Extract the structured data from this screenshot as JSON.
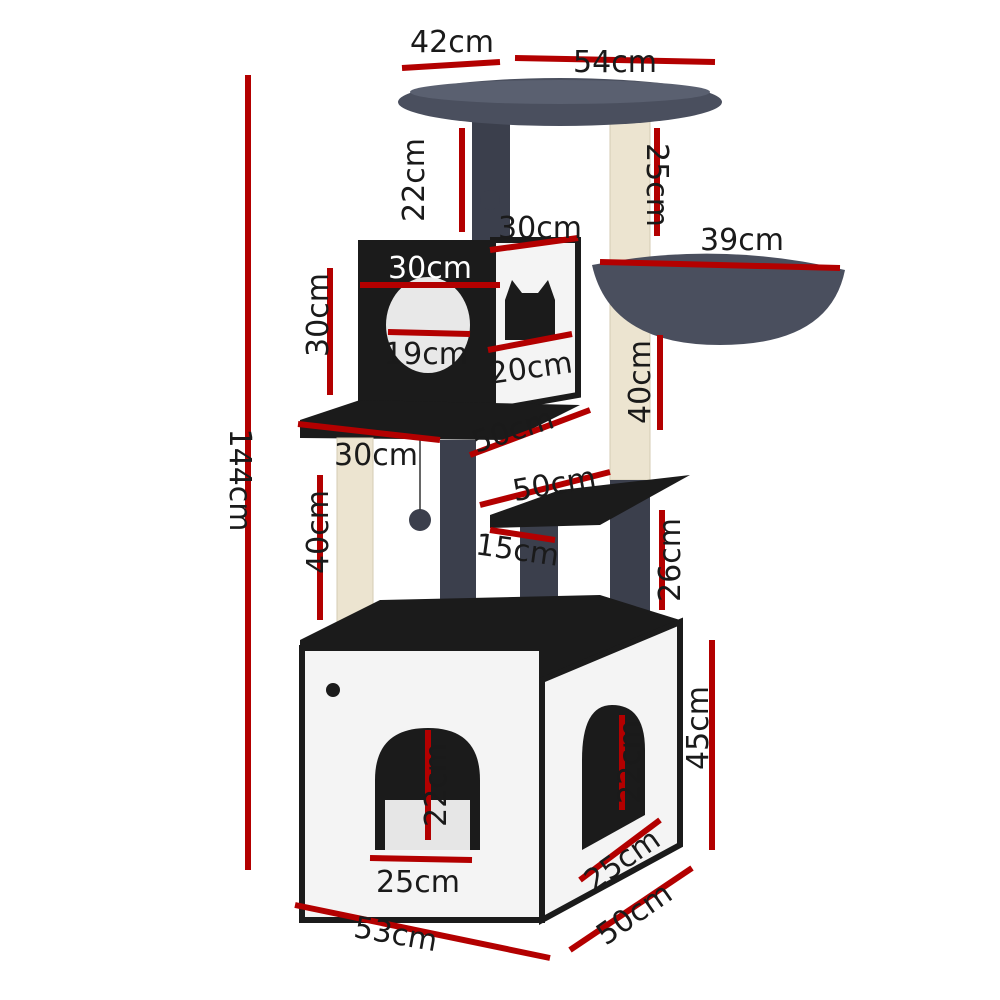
{
  "labels": {
    "top_bed_depth": "42cm",
    "top_bed_width": "54cm",
    "top_post_height": "22cm",
    "right_upper_post": "25cm",
    "basket_diameter": "39cm",
    "condo_top_depth": "30cm",
    "condo_height": "30cm",
    "condo_width": "30cm",
    "condo_hole": "19cm",
    "condo_side_hole": "20cm",
    "right_middle_post": "40cm",
    "total_height": "144cm",
    "platform_depth": "30cm",
    "platform_width": "50cm",
    "step_width": "50cm",
    "left_post": "40cm",
    "step_depth": "15cm",
    "right_lower_post": "26cm",
    "base_height": "45cm",
    "front_door_height": "22cm",
    "side_door_height": "22cm",
    "front_door_width": "25cm",
    "side_door_width": "25cm",
    "base_width": "53cm",
    "base_depth": "50cm"
  },
  "colors": {
    "dimension_line": "#b30000",
    "plush": "#4a4f5e",
    "board": "#1b1b1b",
    "panel": "#f4f4f4",
    "sisal": "#ece4d0"
  }
}
